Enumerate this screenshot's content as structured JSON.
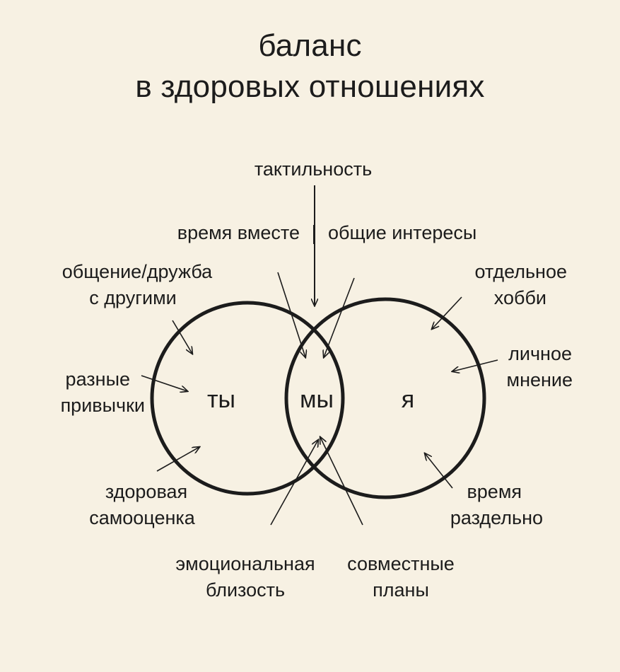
{
  "title": {
    "line1": "баланс",
    "line2": "в здоровых отношениях"
  },
  "circles": {
    "left_label": "ты",
    "center_label": "мы",
    "right_label": "я"
  },
  "labels": {
    "touch": "тактильность",
    "time_together": "время вместе",
    "common_interests": "общие интересы",
    "social_line1": "общение/дружба",
    "social_line2": "с другими",
    "habits_line1": "разные",
    "habits_line2": "привычки",
    "selfesteem_line1": "здоровая",
    "selfesteem_line2": "самооценка",
    "hobby_line1": "отдельное",
    "hobby_line2": "хобби",
    "opinion_line1": "личное",
    "opinion_line2": "мнение",
    "time_apart_line1": "время",
    "time_apart_line2": "раздельно",
    "intimacy_line1": "эмоциональная",
    "intimacy_line2": "близость",
    "plans_line1": "совместные",
    "plans_line2": "планы"
  },
  "colors": {
    "background": "#f7f1e3",
    "ink": "#1c1c1c"
  }
}
